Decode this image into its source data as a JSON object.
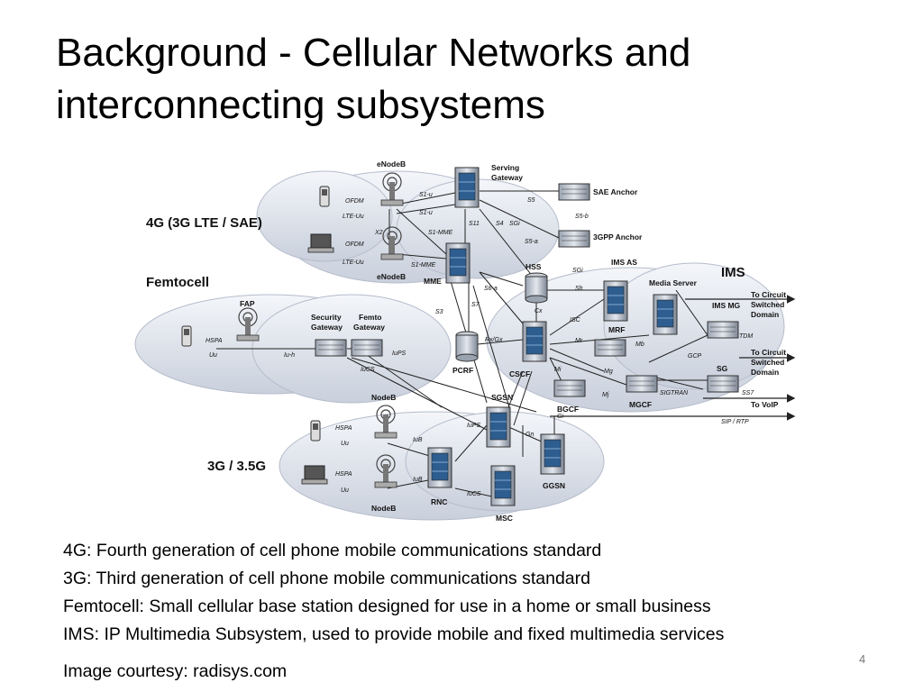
{
  "slide": {
    "title_line1": "Background - Cellular Networks and",
    "title_line2": "interconnecting subsystems",
    "page_number": "4",
    "credit": "Image courtesy: radisys.com"
  },
  "definitions": [
    "4G: Fourth generation of cell phone mobile communications standard",
    "3G: Third generation of cell phone mobile communications standard",
    "Femtocell: Small cellular base station designed for use in a home or small business",
    "IMS: IP Multimedia Subsystem, used to provide mobile and fixed multimedia services"
  ],
  "diagram": {
    "regions": {
      "lte": "4G (3G LTE / SAE)",
      "femto": "Femtocell",
      "umts": "3G / 3.5G",
      "ims": "IMS"
    },
    "nodes": {
      "enodeb": "eNodeB",
      "serving_gw_1": "Serving",
      "serving_gw_2": "Gateway",
      "sae_anchor": "SAE Anchor",
      "gpp_anchor": "3GPP Anchor",
      "mme": "MME",
      "hss": "HSS",
      "ims_as": "IMS AS",
      "media_server": "Media Server",
      "ims_mg": "IMS MG",
      "mrf": "MRF",
      "pcrf": "PCRF",
      "cscf": "CSCF",
      "sg": "SG",
      "bgcf": "BGCF",
      "mgcf": "MGCF",
      "sgsn": "SGSN",
      "ggsn": "GGSN",
      "rnc": "RNC",
      "msc": "MSC",
      "nodeb": "NodeB",
      "fap": "FAP",
      "security_gw_1": "Security",
      "security_gw_2": "Gateway",
      "femto_gw_1": "Femto",
      "femto_gw_2": "Gateway",
      "x2": "X2"
    },
    "interfaces": {
      "ofdm": "OFDM",
      "lte_uu": "LTE-Uu",
      "s1u": "S1-u",
      "s1mme": "S1-MME",
      "s11": "S11",
      "s4": "S4",
      "sgi": "SGi",
      "s5": "S5",
      "s5b": "S5-b",
      "s5a": "S5-a",
      "s3": "S3",
      "s7": "S7",
      "s6a": "S6-a",
      "sh": "Sh",
      "cx": "Cx",
      "isc": "ISC",
      "mr": "Mr",
      "mb": "Mb",
      "mi": "Mi",
      "mg": "Mg",
      "mj": "Mj",
      "rxgx": "Rx/Gx",
      "gcp": "GCP",
      "tdm": "TDM",
      "sigtran": "SIGTRAN",
      "ss7": "SS7",
      "sip_rtp": "SIP / RTP",
      "hspa": "HSPA",
      "uu": "Uu",
      "iuh": "Iu-h",
      "iups": "IuPS",
      "iucs": "IuCS",
      "iub": "IuB",
      "gi": "Gi",
      "gn": "Gn"
    },
    "external": {
      "to_cs_1": "To Circuit",
      "to_cs_2": "Switched",
      "to_cs_3": "Domain",
      "to_voip": "To VoIP"
    }
  }
}
